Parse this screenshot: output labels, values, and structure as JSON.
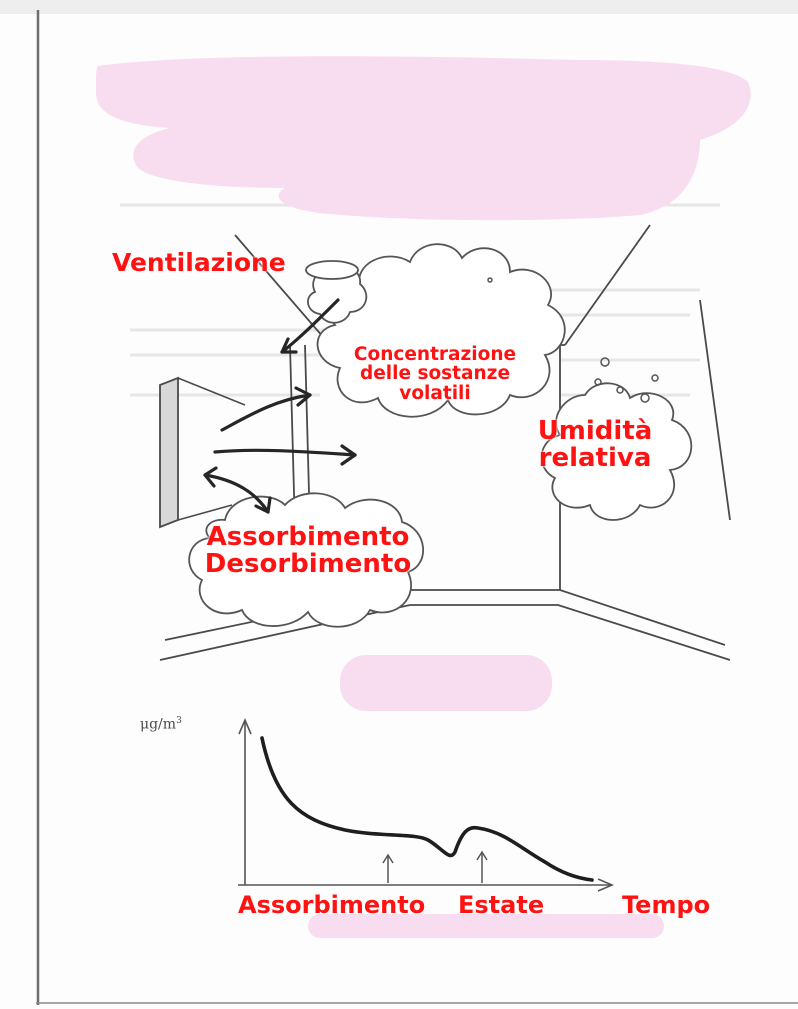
{
  "diagram": {
    "labels": {
      "ventilazione": "Ventilazione",
      "concentrazione": [
        "Concentrazione",
        "delle sostanze",
        "volatili"
      ],
      "umidita": [
        "Umidità",
        "relativa"
      ],
      "assorbimento": [
        "Assorbimento",
        "Desorbimento"
      ]
    },
    "label_color": "#ff1212",
    "redaction_color": "#f8dcf0"
  },
  "chart": {
    "y_unit": "μg/m",
    "y_unit_exp": "3",
    "x_labels": [
      "Assorbimento",
      "Estate",
      "Tempo"
    ]
  }
}
